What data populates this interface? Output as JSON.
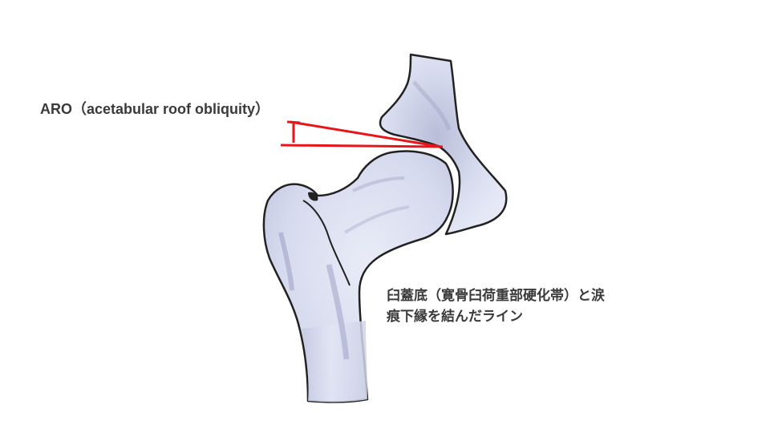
{
  "labels": {
    "aro": "ARO（acetabular roof obliquity）",
    "description_line1": "臼蓋底（寛骨臼荷重部硬化帯）と涙",
    "description_line2": "痕下縁を結んだライン"
  },
  "colors": {
    "bone_fill": "#dfe3f2",
    "bone_shadow": "#9ea3c4",
    "outline": "#222222",
    "aro_line": "#e8161b",
    "text": "#3a3a3a"
  }
}
